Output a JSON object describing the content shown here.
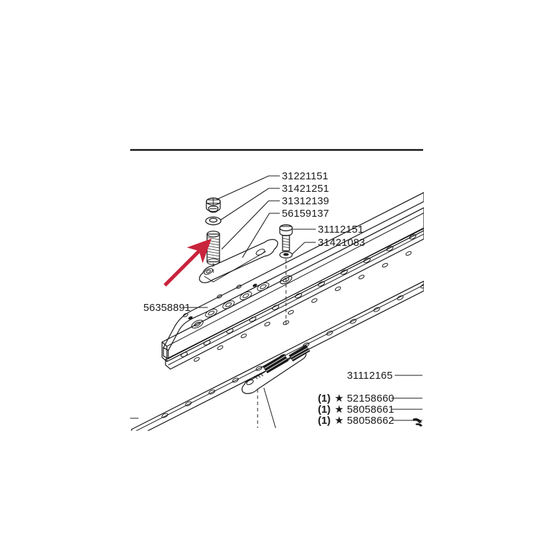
{
  "document": {
    "type": "exploded-parts-diagram",
    "background_color": "#ffffff",
    "ink_color": "#1a1a1a",
    "annotation_color": "#c8243c"
  },
  "callouts": {
    "upper_group": [
      {
        "id": "c1",
        "part_number": "31221151",
        "component": "hex-flange-nut"
      },
      {
        "id": "c2",
        "part_number": "31421251",
        "component": "washer"
      },
      {
        "id": "c3",
        "part_number": "31312139",
        "component": "threaded-stud"
      },
      {
        "id": "c4",
        "part_number": "56159137",
        "component": "link-plate"
      }
    ],
    "right_group": [
      {
        "id": "c5",
        "part_number": "31112151",
        "component": "hex-head-bolt"
      },
      {
        "id": "c6",
        "part_number": "31421083",
        "component": "washer"
      }
    ],
    "left_group": [
      {
        "id": "c7",
        "part_number": "56358891",
        "component": "chassis-rail-bracket"
      }
    ],
    "lower_group": [
      {
        "id": "c8",
        "part_number": "31112165",
        "component": "cross-member-fastener"
      }
    ],
    "starred_list": [
      {
        "id": "s1",
        "qty": "(1)",
        "star": "★",
        "part_number": "52158660"
      },
      {
        "id": "s2",
        "qty": "(1)",
        "star": "★",
        "part_number": "58058661"
      },
      {
        "id": "s3",
        "qty": "(1)",
        "star": "★",
        "part_number": "58058662",
        "clipped": true
      }
    ]
  },
  "annotation": {
    "arrow": {
      "name": "red-highlight-arrow",
      "color": "#c8243c",
      "points_to": "31312139"
    }
  }
}
